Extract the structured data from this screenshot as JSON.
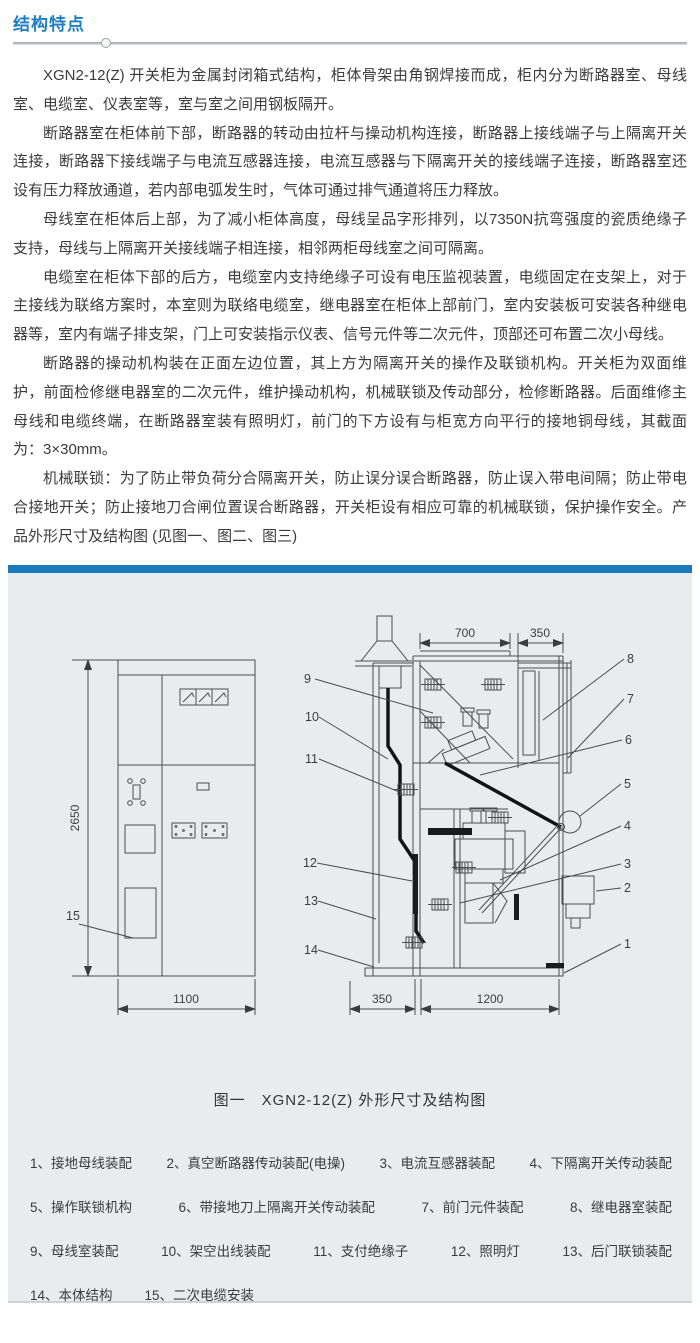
{
  "header": {
    "title": "结构特点",
    "accent_color": "#1d7fc1"
  },
  "paragraphs": [
    "XGN2-12(Z) 开关柜为金属封闭箱式结构，柜体骨架由角钢焊接而成，柜内分为断路器室、母线室、电缆室、仪表室等，室与室之间用钢板隔开。",
    "断路器室在柜体前下部，断路器的转动由拉杆与操动机构连接，断路器上接线端子与上隔离开关连接，断路器下接线端子与电流互感器连接，电流互感器与下隔离开关的接线端子连接，断路器室还设有压力释放通道，若内部电弧发生时，气体可通过排气通道将压力释放。",
    "母线室在柜体后上部，为了减小柜体高度，母线呈品字形排列，以7350N抗弯强度的瓷质绝缘子支持，母线与上隔离开关接线端子相连接，相邻两柜母线室之间可隔离。",
    "电缆室在柜体下部的后方，电缆室内支持绝缘子可设有电压监视装置，电缆固定在支架上，对于主接线为联络方案时，本室则为联络电缆室，继电器室在柜体上部前门，室内安装板可安装各种继电器等，室内有端子排支架，门上可安装指示仪表、信号元件等二次元件，顶部还可布置二次小母线。",
    "断路器的操动机构装在正面左边位置，其上方为隔离开关的操作及联锁机构。开关柜为双面维护，前面检修继电器室的二次元件，维护操动机构，机械联锁及传动部分，检修断路器。后面维修主母线和电缆终端，在断路器室装有照明灯，前门的下方设有与柜宽方向平行的接地铜母线，其截面为：3×30mm。",
    "机械联锁：为了防止带负荷分合隔离开关，防止误分误合断路器，防止误入带电间隔；防止带电合接地开关；防止接地刀合闸位置误合断路器，开关柜设有相应可靠的机械联锁，保护操作安全。产品外形尺寸及结构图 (见图一、图二、图三)"
  ],
  "figure": {
    "panel_bg": "#e9ecef",
    "bar_color": "#1b7abd",
    "caption": "图一　XGN2-12(Z) 外形尺寸及结构图",
    "dimensions": {
      "height": "2650",
      "front_width": "1100",
      "top_width": "700",
      "top_rear_depth": "350",
      "bottom_front_depth": "350",
      "bottom_depth": "1200"
    },
    "callouts": {
      "c1": "1",
      "c2": "2",
      "c3": "3",
      "c4": "4",
      "c5": "5",
      "c6": "6",
      "c7": "7",
      "c8": "8",
      "c9": "9",
      "c10": "10",
      "c11": "11",
      "c12": "12",
      "c13": "13",
      "c14": "14",
      "c15": "15"
    }
  },
  "legend": {
    "rows": [
      [
        {
          "num": "1",
          "label": "接地母线装配"
        },
        {
          "num": "2",
          "label": "真空断路器传动装配(电操)"
        },
        {
          "num": "3",
          "label": "电流互感器装配"
        },
        {
          "num": "4",
          "label": "下隔离开关传动装配"
        }
      ],
      [
        {
          "num": "5",
          "label": "操作联锁机构"
        },
        {
          "num": "6",
          "label": "带接地刀上隔离开关传动装配"
        },
        {
          "num": "7",
          "label": "前门元件装配"
        },
        {
          "num": "8",
          "label": "继电器室装配"
        }
      ],
      [
        {
          "num": "9",
          "label": "母线室装配"
        },
        {
          "num": "10",
          "label": "架空出线装配"
        },
        {
          "num": "11",
          "label": "支付绝缘子"
        },
        {
          "num": "12",
          "label": "照明灯"
        },
        {
          "num": "13",
          "label": "后门联锁装配"
        }
      ],
      [
        {
          "num": "14",
          "label": "本体结构"
        },
        {
          "num": "15",
          "label": "二次电缆安装"
        }
      ]
    ]
  }
}
